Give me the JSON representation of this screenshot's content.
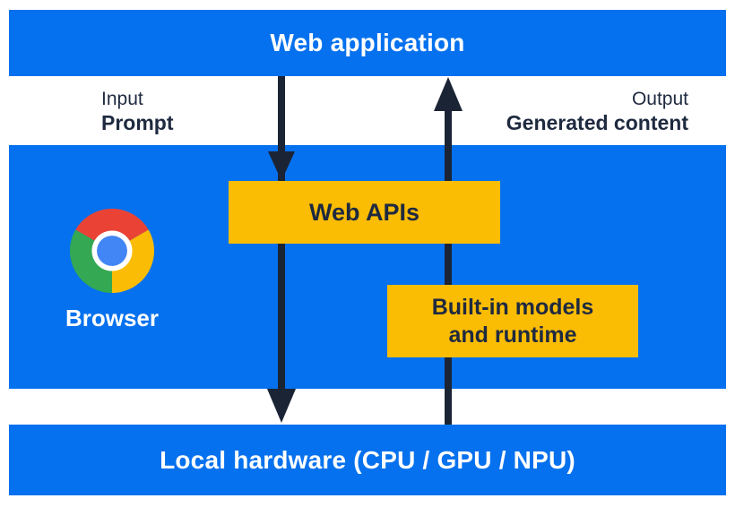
{
  "colors": {
    "blue": "#0571ee",
    "yellow": "#fbbc04",
    "ink": "#1f2a40",
    "arrow": "#1b2435",
    "white": "#ffffff",
    "chrome_red": "#ea4335",
    "chrome_green": "#34a853",
    "chrome_yellow": "#fbbc05",
    "chrome_blue": "#4285f4"
  },
  "top_bar": {
    "label": "Web application"
  },
  "flow_labels": {
    "input": {
      "title": "Input",
      "subtitle": "Prompt"
    },
    "output": {
      "title": "Output",
      "subtitle": "Generated content"
    }
  },
  "browser_region": {
    "label": "Browser",
    "logo": "chrome-logo"
  },
  "boxes": {
    "web_apis": {
      "label": "Web APIs"
    },
    "builtin": {
      "line1": "Built-in models",
      "line2": "and runtime"
    }
  },
  "arrows": {
    "input_arrow": "down-arrow",
    "output_arrow": "up-arrow"
  },
  "bottom_bar": {
    "label": "Local hardware (CPU / GPU / NPU)"
  }
}
